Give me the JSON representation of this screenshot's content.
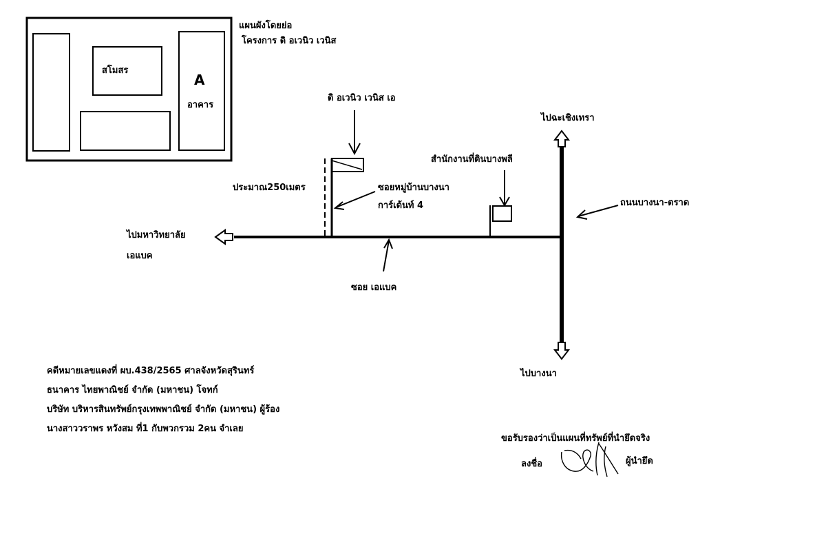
{
  "header": {
    "title": "แผนผังโดยย่อ",
    "subtitle": "โครงการ ดิ อเวนิว เวนิส"
  },
  "inset": {
    "club": "สโมสร",
    "building_letter": "A",
    "building": "อาคาร"
  },
  "labels": {
    "project_a": "ดิ อเวนิว เวนิส เอ",
    "distance": "ประมาณ250เมตร",
    "soi_village_1": "ซอยหมู่บ้านบางนา",
    "soi_village_2": "การ์เด้นท์ 4",
    "land_office": "สำนักงานที่ดินบางพลี",
    "to_chachoengsao": "ไปฉะเชิงเทรา",
    "main_road": "ถนนบางนา-ตราด",
    "to_abac_1": "ไปมหาวิทยาลัย",
    "to_abac_2": "เอแบค",
    "soi_abac": "ซอย เอแบค",
    "to_bangna": "ไปบางนา"
  },
  "case": {
    "line1": "คดีหมายเลขแดงที่ ผบ.438/2565 ศาลจังหวัดสุรินทร์",
    "line2": "ธนาคาร ไทยพาณิชย์ จำกัด (มหาชน) โจทก์",
    "line3": "บริษัท บริหารสินทรัพย์กรุงเทพพาณิชย์ จำกัด (มหาชน) ผู้ร้อง",
    "line4": "นางสาววราพร หวังสม ที่1 กับพวกรวม 2คน จำเลย"
  },
  "certify": {
    "statement": "ขอรับรองว่าเป็นแผนที่ทรัพย์ที่นำยึดจริง",
    "sign": "ลงชื่อ",
    "seizer": "ผู้นำยึด"
  }
}
